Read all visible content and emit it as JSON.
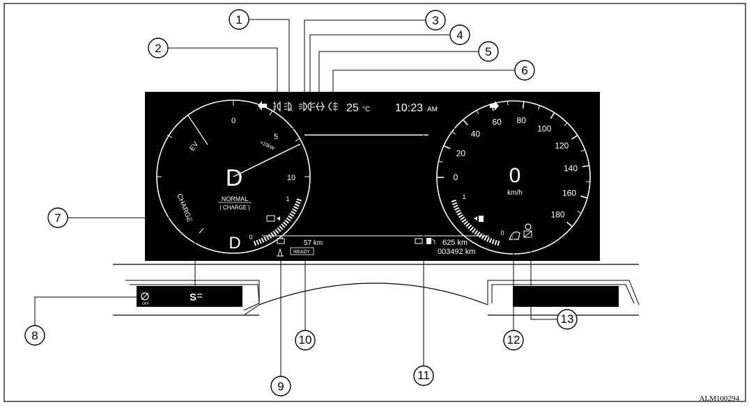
{
  "top_bar": {
    "temperature": "25",
    "temperature_unit": "°C",
    "time": "10:23",
    "time_suffix": "AM"
  },
  "power_meter": {
    "gear": "D",
    "gear_lower": "D",
    "mode": "NORMAL",
    "submode": "| CHARGE |",
    "labels": {
      "zero": "0",
      "five": "5",
      "ten": "10",
      "ev": "EV",
      "charge": "CHARGE",
      "unit": "x10kW",
      "one_small": "1",
      "zero_small": "0"
    }
  },
  "speedometer": {
    "speed": "0",
    "unit": "km/h",
    "ticks": [
      "0",
      "20",
      "40",
      "60",
      "80",
      "100",
      "120",
      "140",
      "160",
      "180"
    ],
    "fuel_labels": {
      "one": "1",
      "zero": "0"
    }
  },
  "bottom_info": {
    "ev_range": "57 km",
    "total_range": "625 km",
    "odometer": "003492 km",
    "ready": "READY"
  },
  "callouts": [
    "1",
    "2",
    "3",
    "4",
    "5",
    "6",
    "7",
    "8",
    "9",
    "10",
    "11",
    "12",
    "13"
  ],
  "reference_code": "ALM100294"
}
